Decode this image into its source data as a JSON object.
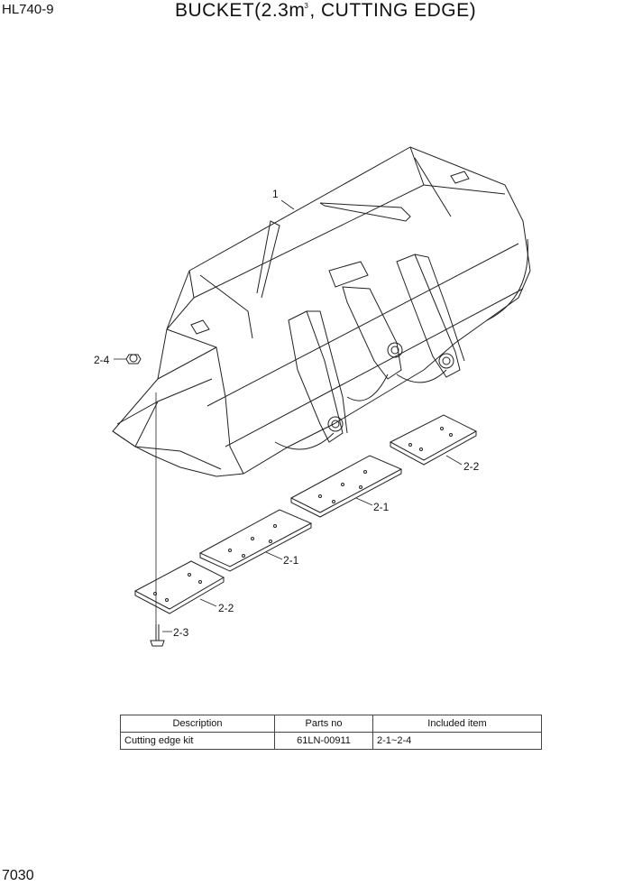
{
  "header": {
    "model": "HL740-9",
    "title_main": "BUCKET(2.3m",
    "title_sup": "3",
    "title_rest": ", CUTTING EDGE)"
  },
  "callouts": {
    "c1": "1",
    "c2_4": "2-4",
    "c2_2a": "2-2",
    "c2_1a": "2-1",
    "c2_1b": "2-1",
    "c2_2b": "2-2",
    "c2_3": "2-3"
  },
  "parts_table": {
    "headers": [
      "Description",
      "Parts no",
      "Included item"
    ],
    "rows": [
      [
        "Cutting edge kit",
        "61LN-00911",
        "2-1~2-4"
      ]
    ]
  },
  "footer": {
    "page_number": "7030"
  }
}
